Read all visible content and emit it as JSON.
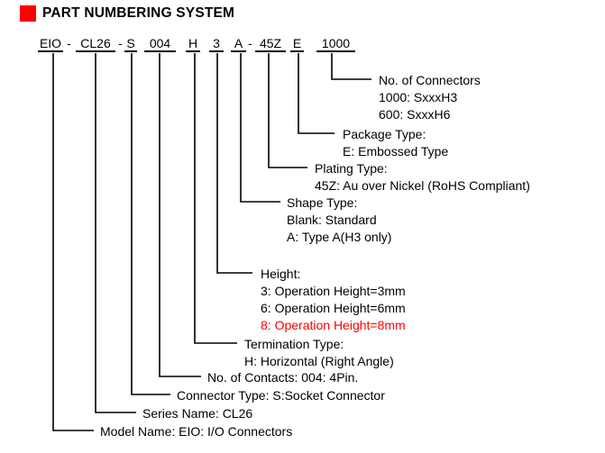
{
  "title": "PART NUMBERING SYSTEM",
  "colors": {
    "accent_red": "#fe0000",
    "text": "#000000",
    "highlight_red_text": "#fe0000"
  },
  "part_number": {
    "segments": [
      {
        "text": "EIO",
        "code": true
      },
      {
        "text": "-",
        "code": false
      },
      {
        "text": "CL26",
        "code": true
      },
      {
        "text": "-",
        "code": false
      },
      {
        "text": "S",
        "code": true
      },
      {
        "text": "004",
        "code": true
      },
      {
        "text": "H",
        "code": true
      },
      {
        "text": "3",
        "code": true
      },
      {
        "text": "A",
        "code": true
      },
      {
        "text": "-",
        "code": false
      },
      {
        "text": "45Z",
        "code": true
      },
      {
        "text": "E",
        "code": true
      },
      {
        "text": "1000",
        "code": true
      }
    ]
  },
  "legend": [
    {
      "id": "no-of-connectors",
      "segment": "1000",
      "lines": [
        {
          "text": "No. of Connectors"
        },
        {
          "text": "1000: SxxxH3"
        },
        {
          "text": "600: SxxxH6"
        }
      ]
    },
    {
      "id": "package-type",
      "segment": "E",
      "lines": [
        {
          "text": "Package Type:"
        },
        {
          "text": "E: Embossed Type"
        }
      ]
    },
    {
      "id": "plating-type",
      "segment": "45Z",
      "lines": [
        {
          "text": "Plating Type:"
        },
        {
          "text": "45Z: Au over Nickel (RoHS Compliant)"
        }
      ]
    },
    {
      "id": "shape-type",
      "segment": "A",
      "lines": [
        {
          "text": "Shape Type:"
        },
        {
          "text": "Blank: Standard"
        },
        {
          "text": "A: Type A(H3 only)"
        }
      ]
    },
    {
      "id": "height",
      "segment": "3",
      "lines": [
        {
          "text": "Height:"
        },
        {
          "text": "3: Operation Height=3mm"
        },
        {
          "text": "6: Operation Height=6mm"
        },
        {
          "text": "8: Operation Height=8mm",
          "red": true
        }
      ]
    },
    {
      "id": "termination-type",
      "segment": "H",
      "lines": [
        {
          "text": "Termination Type:"
        },
        {
          "text": "H: Horizontal (Right Angle)"
        }
      ]
    },
    {
      "id": "no-of-contacts",
      "segment": "004",
      "lines": [
        {
          "text": "No. of Contacts: 004: 4Pin."
        }
      ]
    },
    {
      "id": "connector-type",
      "segment": "S",
      "lines": [
        {
          "text": "Connector Type: S:Socket Connector"
        }
      ]
    },
    {
      "id": "series-name",
      "segment": "CL26",
      "lines": [
        {
          "text": "Series Name: CL26"
        }
      ]
    },
    {
      "id": "model-name",
      "segment": "EIO",
      "lines": [
        {
          "text": "Model Name: EIO: I/O Connectors"
        }
      ]
    }
  ]
}
